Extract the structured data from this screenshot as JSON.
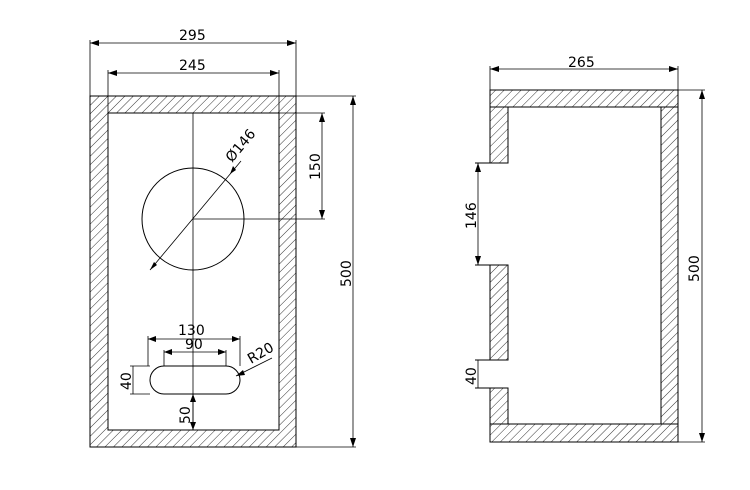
{
  "front_view": {
    "width_outer": "295",
    "width_inner": "245",
    "hole_diameter": "Ø146",
    "hole_center_offset": "150",
    "height": "500",
    "port_length": "130",
    "port_straight": "90",
    "port_radius": "R20",
    "port_height": "40",
    "port_bottom_offset": "50"
  },
  "side_view": {
    "depth": "265",
    "height": "500",
    "cutout_height": "146",
    "port_height": "40"
  },
  "colors": {
    "line": "#000000",
    "background": "#ffffff"
  }
}
